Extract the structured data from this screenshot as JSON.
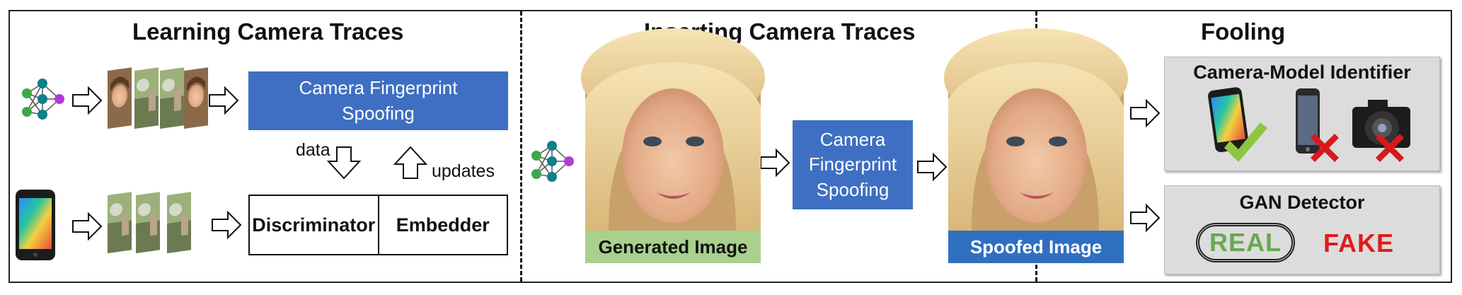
{
  "sections": {
    "learning_title": "Learning Camera Traces",
    "inserting_title": "Inserting Camera Traces",
    "fooling_title": "Fooling"
  },
  "learning": {
    "spoofing_box": "Camera Fingerprint\nSpoofing",
    "data_label": "data",
    "updates_label": "updates",
    "discriminator": "Discriminator",
    "embedder": "Embedder"
  },
  "inserting": {
    "spoofing_box": "Camera\nFingerprint\nSpoofing",
    "generated_caption": "Generated Image",
    "spoofed_caption": "Spoofed Image"
  },
  "fooling": {
    "identifier_title": "Camera-Model Identifier",
    "gan_title": "GAN Detector",
    "real": "REAL",
    "fake": "FAKE"
  },
  "colors": {
    "accent_blue": "#3e6fc2",
    "caption_green": "#a9d18e",
    "caption_blue": "#2f6fc0",
    "real_green": "#6aa84f",
    "fake_red": "#e01b1b",
    "check_green": "#8dc63f",
    "cross_red": "#d61a1a",
    "node_teal": "#0f7f8c",
    "node_green": "#3aa84a",
    "node_purple": "#b13bd6"
  },
  "icons": [
    "neural-network-icon",
    "smartphone-icon",
    "iphone-icon",
    "dslr-camera-icon",
    "check-icon",
    "cross-icon",
    "arrow-right-icon"
  ]
}
